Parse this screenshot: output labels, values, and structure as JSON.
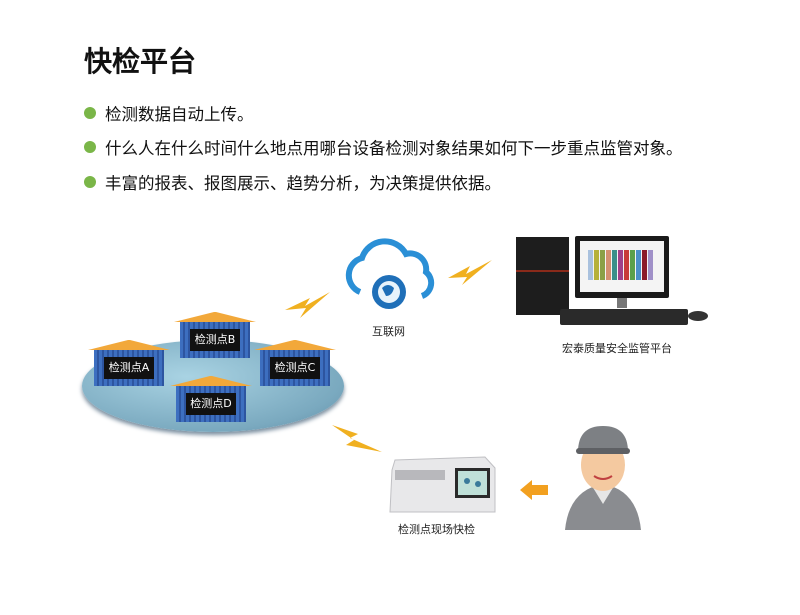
{
  "title": "快检平台",
  "bullets": [
    "检测数据自动上传。",
    "什么人在什么时间什么地点用哪台设备检测对象结果如何下一步重点监管对象。",
    "丰富的报表、报图展示、趋势分析，为决策提供依据。"
  ],
  "sites": [
    "检测点A",
    "检测点B",
    "检测点C",
    "检测点D"
  ],
  "internet_label": "互联网",
  "platform_label": "宏泰质量安全监管平台",
  "device_label": "检测点现场快检",
  "colors": {
    "bullet": "#7ab648",
    "roof": "#f2a83a",
    "arrow": "#f2a020"
  }
}
